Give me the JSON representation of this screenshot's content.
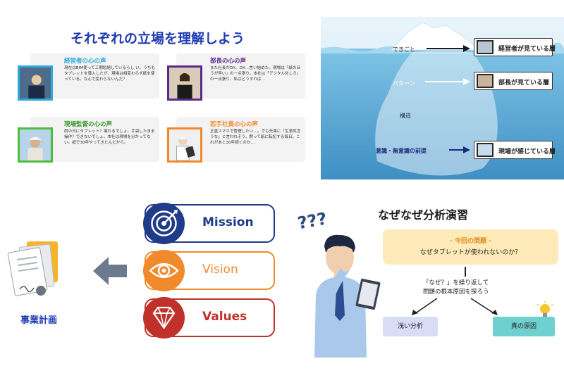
{
  "voices": {
    "title": "それぞれの立場を理解しよう",
    "cards": [
      {
        "name": "経営者の心の声",
        "text": "現在はBIM使って工期短縮しているらし い。うちもタブレットを導入したが、現場は相変わらず紙を使っている。なんで変わらないんだ？",
        "accent": "#2fa9e0"
      },
      {
        "name": "部長の心の声",
        "text": "また社長がDX、DX…言い始めた。現場は「紙のほうが早い」の一点張り。本社は「デジタル化しろ」の一点張り。私はどうすれば…",
        "accent": "#5a2a8a"
      },
      {
        "name": "現場監督の心の声",
        "text": "雨の日にタブレット？壊れるでしょ。手袋したまま操作？できないでしょ。本社は現場を分かってない。紙で30年やってきたんだから。",
        "accent": "#4bbf3a"
      },
      {
        "name": "若手社員の心の声",
        "text": "正直スマホで管理したい…。でも先輩に「生意気言うな」と言われそう。黙って紙に転記する毎日。これがあと30年続くのか…",
        "accent": "#f08a2c"
      }
    ]
  },
  "iceberg": {
    "levels": [
      {
        "label": "できごと",
        "box": "経営者が見ている層"
      },
      {
        "label": "パターン",
        "box": "部長が見ている層"
      },
      {
        "label": "構造",
        "box": ""
      },
      {
        "label": "意識・無意識の前提",
        "box": "現場が感じている層"
      }
    ]
  },
  "mvv": {
    "items": [
      {
        "label": "Mission",
        "color": "#1f3b8a",
        "icon": "target-icon"
      },
      {
        "label": "Vision",
        "color": "#f08a2c",
        "icon": "eye-icon"
      },
      {
        "label": "Values",
        "color": "#c0312b",
        "icon": "diamond-icon"
      }
    ],
    "biz_label": "事業計画"
  },
  "why": {
    "title": "なぜなぜ分析演習",
    "problem_head": "- 今回の問題 -",
    "problem": "なぜタブレットが使われないのか？",
    "instruction_1": "「なぜ？」を繰り返して",
    "instruction_2": "問題の根本原因を探ろう",
    "shallow": "浅い分析",
    "deep": "真の原因",
    "qmarks": "???"
  }
}
